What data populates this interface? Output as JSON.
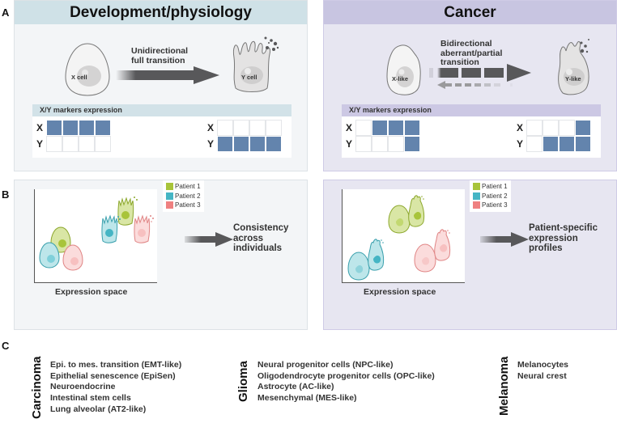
{
  "panel_letters": {
    "a": "A",
    "b": "B",
    "c": "C"
  },
  "panel_a": {
    "development": {
      "title": "Development/physiology",
      "source_cell": "X cell",
      "target_cell": "Y cell",
      "transition_label_line1": "Unidirectional",
      "transition_label_line2": "full transition",
      "markers_title": "X/Y markers expression",
      "row_labels": [
        "X",
        "Y"
      ],
      "source_grid": {
        "X": [
          1,
          1,
          1,
          1
        ],
        "Y": [
          0,
          0,
          0,
          0
        ]
      },
      "target_grid": {
        "X": [
          0,
          0,
          0,
          0
        ],
        "Y": [
          1,
          1,
          1,
          1
        ]
      }
    },
    "cancer": {
      "title": "Cancer",
      "source_cell": "X-like",
      "target_cell": "Y-like",
      "transition_label_line1": "Bidirectional",
      "transition_label_line2": "aberrant/partial",
      "transition_label_line3": "transition",
      "markers_title": "X/Y markers expression",
      "row_labels": [
        "X",
        "Y"
      ],
      "source_grid": {
        "X": [
          0,
          1,
          1,
          1
        ],
        "Y": [
          0,
          0,
          0,
          1
        ]
      },
      "target_grid": {
        "X": [
          0,
          0,
          0,
          1
        ],
        "Y": [
          0,
          1,
          1,
          1
        ]
      }
    }
  },
  "panel_b": {
    "legend": [
      {
        "label": "Patient 1",
        "color": "#a8c43a"
      },
      {
        "label": "Patient 2",
        "color": "#45b5c4"
      },
      {
        "label": "Patient 3",
        "color": "#ef8080"
      }
    ],
    "development": {
      "axis_label": "Expression space",
      "outcome_line1": "Consistency",
      "outcome_line2": "across",
      "outcome_line3": "individuals"
    },
    "cancer": {
      "axis_label": "Expression space",
      "outcome_line1": "Patient-specific",
      "outcome_line2": "expression",
      "outcome_line3": "profiles"
    }
  },
  "panel_c": {
    "categories": [
      {
        "name": "Carcinoma",
        "items": [
          "Epi. to mes. transition (EMT-like)",
          "Epithelial senescence (EpiSen)",
          "Neuroendocrine",
          "Intestinal stem cells",
          "Lung alveolar (AT2-like)"
        ]
      },
      {
        "name": "Glioma",
        "items": [
          "Neural progenitor cells (NPC-like)",
          "Oligodendrocyte progenitor cells (OPC-like)",
          "Astrocyte (AC-like)",
          "Mesenchymal (MES-like)"
        ]
      },
      {
        "name": "Melanoma",
        "items": [
          "Melanocytes",
          "Neural crest"
        ]
      }
    ]
  },
  "colors": {
    "marker_on": "#6384ad",
    "dev_header": "#cfe1e7",
    "cancer_header": "#c8c5e1",
    "arrow": "#58585a"
  }
}
